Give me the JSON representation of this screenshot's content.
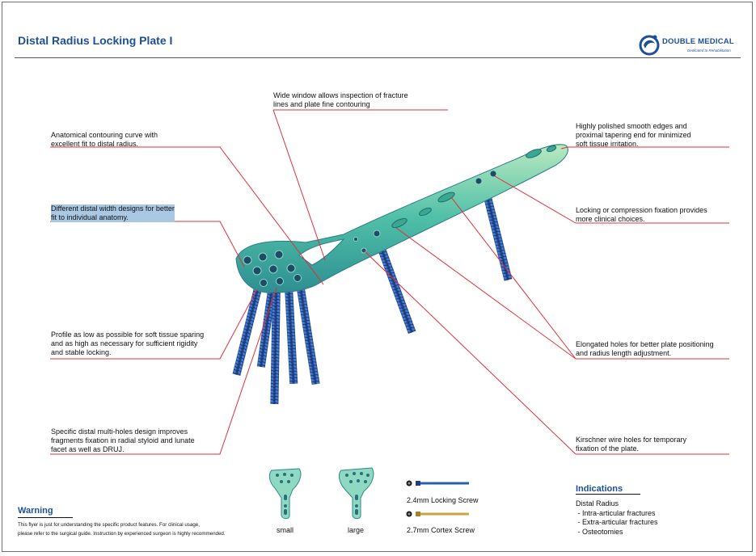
{
  "header": {
    "title": "Distal Radius Locking Plate I",
    "brand": "DOUBLE MEDICAL",
    "tagline": "Dedicated to Rehabilitation"
  },
  "callouts": {
    "wide_window": "Wide window allows inspection of fracture\nlines and plate fine contouring",
    "polished_edges": "Highly polished smooth edges and\nproximal tapering end for minimized\nsoft tissue irritation.",
    "anatomical": "Anatomical contouring curve with\nexcellent fit to distal radius.",
    "distal_width": "Different distal width designs for better\nfit to individual anatomy.",
    "locking_compression": "Locking or compression fixation provides\nmore clinical choices.",
    "profile": "Profile as low as possible for soft tissue sparing\nand as high as necessary for sufficient rigidity\nand stable locking.",
    "elongated": "Elongated holes for better plate positioning\nand radius length adjustment.",
    "multi_holes": "Specific distal multi-holes design improves\nfragments fixation in radial styloid and lunate\nfacet as well as DRUJ.",
    "kirschner": "Kirschner wire holes for temporary\nfixation of the plate."
  },
  "variants": {
    "small": "small",
    "large": "large"
  },
  "screws": {
    "locking": "2.4mm Locking Screw",
    "cortex": "2.7mm Cortex Screw"
  },
  "warning": {
    "title": "Warning",
    "text": "This flyer is just for understanding the specific product features. For clinical usage,\nplease refer to the surgical guide. Instruction by experienced surgeon is highly recommended."
  },
  "indications": {
    "title": "Indications",
    "list": "Distal Radius\n - Intra-articular fractures\n - Extra-articular fractures\n - Osteotomies"
  },
  "colors": {
    "brand_blue": "#1d4f9a",
    "callout_red": "#e0303a",
    "plate_green": "#55c4a8",
    "screw_blue": "#2a5fb0",
    "cortex_gold": "#c9a640",
    "highlight": "#a8c8e4"
  }
}
